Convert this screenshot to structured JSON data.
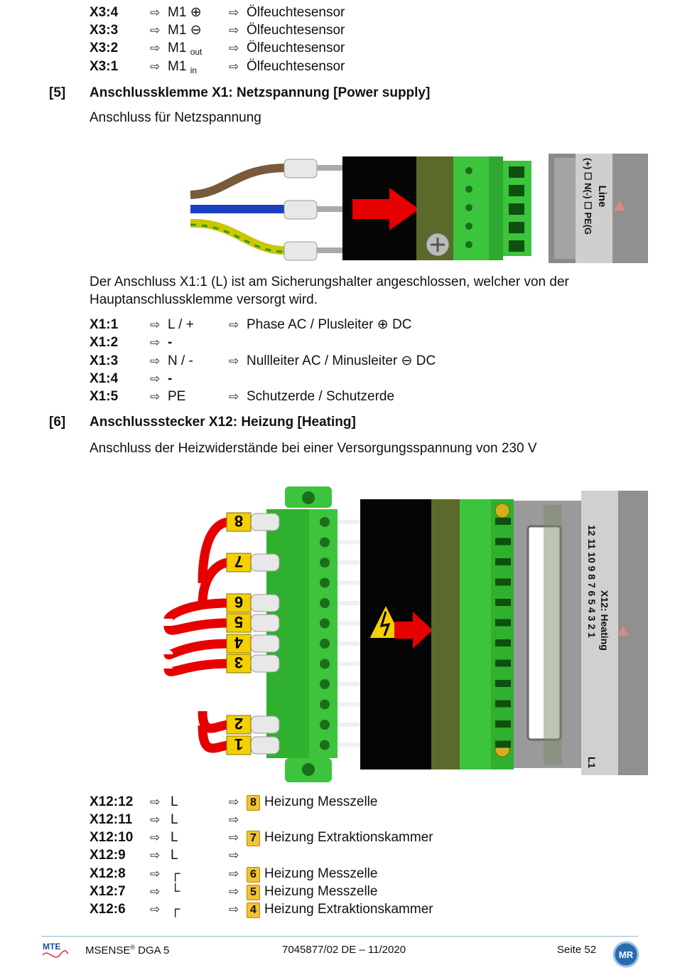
{
  "top_list": [
    {
      "term": "X3:4",
      "pin": "M1",
      "sym": "⊕",
      "sub": "",
      "desc": "Ölfeuchtesensor"
    },
    {
      "term": "X3:3",
      "pin": "M1",
      "sym": "⊖",
      "sub": "",
      "desc": "Ölfeuchtesensor"
    },
    {
      "term": "X3:2",
      "pin": "M1",
      "sym": "",
      "sub": "out",
      "desc": "Ölfeuchtesensor"
    },
    {
      "term": "X3:1",
      "pin": "M1",
      "sym": "",
      "sub": "in",
      "desc": "Ölfeuchtesensor"
    }
  ],
  "arrow": "⇨",
  "section5": {
    "num": "[5]",
    "title": "Anschlussklemme X1: Netzspannung [Power supply]",
    "intro": "Anschluss für Netzspannung",
    "figure_label_line": "Line",
    "figure_label_pins": "(+) ☐ N(-) ☐ PE(G",
    "note_line1": "Der Anschluss X1:1 (L) ist am Sicherungshalter angeschlossen, welcher von der",
    "note_line2": "Hauptanschlussklemme versorgt wird.",
    "list": [
      {
        "term": "X1:1",
        "pin": "L / +",
        "desc": "Phase AC / Plusleiter",
        "sym": "⊕",
        "tail": "DC"
      },
      {
        "term": "X1:2",
        "pin": "-",
        "desc": "",
        "sym": "",
        "tail": ""
      },
      {
        "term": "X1:3",
        "pin": "N / -",
        "desc": "Nullleiter AC / Minusleiter",
        "sym": "⊖",
        "tail": "DC"
      },
      {
        "term": "X1:4",
        "pin": "-",
        "desc": "",
        "sym": "",
        "tail": ""
      },
      {
        "term": "X1:5",
        "pin": "PE",
        "desc": "Schutzerde / Schutzerde",
        "sym": "",
        "tail": ""
      }
    ]
  },
  "section6": {
    "num": "[6]",
    "title": "Anschlussstecker X12: Heizung [Heating]",
    "intro": "Anschluss der Heizwiderstände bei einer Versorgungsspannung von 230 V",
    "figure_label_title": "X12: Heating",
    "figure_label_pins": "12 11 10 9 8 7 6 5 4 3 2 1",
    "figure_label_l": "L1",
    "wire_markers": [
      "8",
      "7",
      "6",
      "5",
      "4",
      "3",
      "2",
      "1"
    ],
    "list": [
      {
        "term": "X12:12",
        "pin": "L",
        "badge": "8",
        "desc": "Heizung Messzelle"
      },
      {
        "term": "X12:11",
        "pin": "L",
        "badge": "",
        "desc": ""
      },
      {
        "term": "X12:10",
        "pin": "L",
        "badge": "7",
        "desc": "Heizung Extraktionskammer"
      },
      {
        "term": "X12:9",
        "pin": "L",
        "badge": "",
        "desc": ""
      },
      {
        "term": "X12:8",
        "pin": "┌",
        "badge": "6",
        "desc": "Heizung Messzelle"
      },
      {
        "term": "X12:7",
        "pin": "└",
        "badge": "5",
        "desc": "Heizung Messzelle"
      },
      {
        "term": "X12:6",
        "pin": "┌",
        "badge": "4",
        "desc": "Heizung Extraktionskammer"
      }
    ]
  },
  "footer": {
    "logo": "MTE",
    "product": "MSENSE",
    "product_reg": "®",
    "product_tail": " DGA 5",
    "doc": "7045877/02 DE – 11/2020",
    "page": "Seite 52",
    "mr_logo": "MR"
  },
  "colors": {
    "green": "#3cc43c",
    "red": "#e60000",
    "brown": "#7a5a3c",
    "blue": "#1a3fc0",
    "yellow_green": "#c8c800",
    "badge": "#f2c230"
  }
}
